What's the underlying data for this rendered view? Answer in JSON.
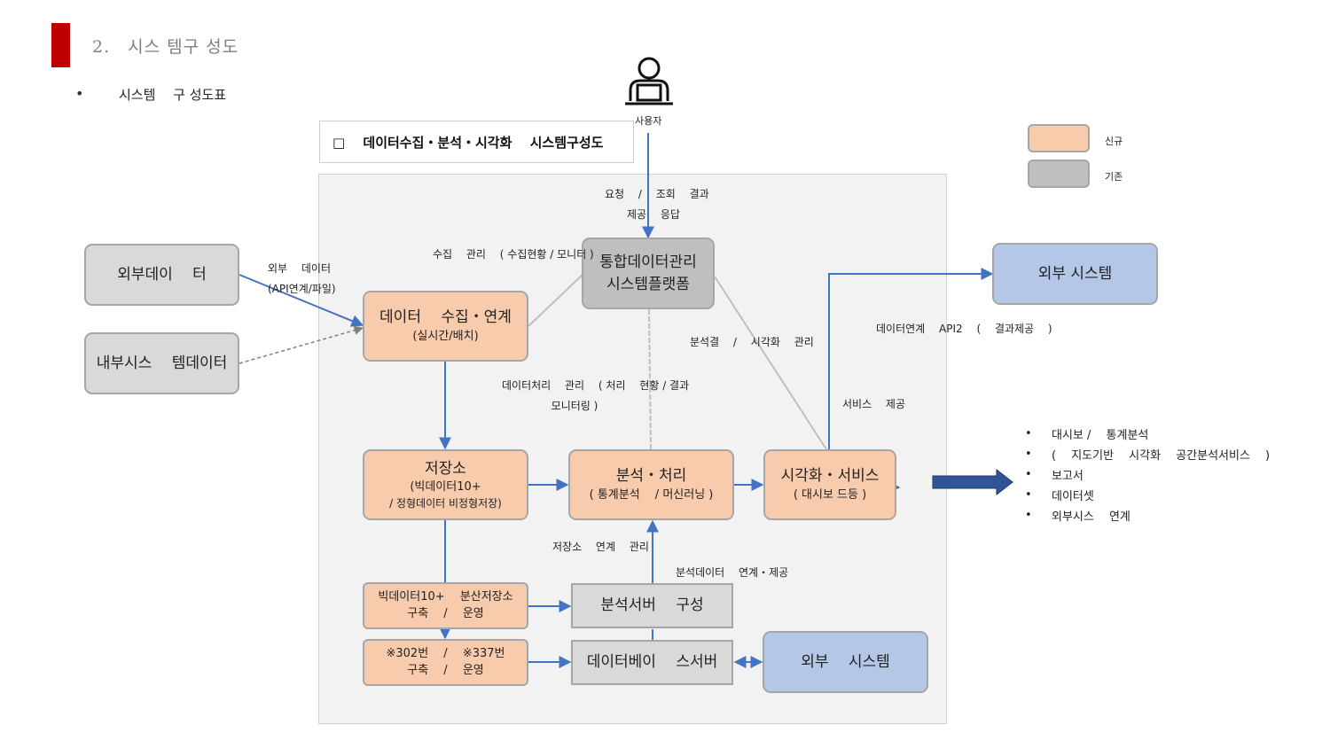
{
  "header": {
    "section_title": "2.　시스 템구 성도",
    "bullet": "•",
    "subtitle": "시스템 　구  성도표"
  },
  "diagram_title": "□ 　데이터수집・분석・시각화 　시스템구성도",
  "user": {
    "label": "사용자"
  },
  "legend": [
    {
      "color": "#f8cbad",
      "label": "신규"
    },
    {
      "color": "#bfbfbf",
      "label": "기존"
    }
  ],
  "nodes": {
    "ext1": {
      "line1": "외부데이 　터",
      "line2": ""
    },
    "ext2": {
      "line1": "내부시스 　템데이터",
      "line2": ""
    },
    "center": {
      "line1": "통합데이터관리",
      "line2": "시스템플랫폼"
    },
    "collect": {
      "line1": "데이터 　수집・연계",
      "line2": "(실시간/배치)"
    },
    "store": {
      "line1": "저장소",
      "line2": "(빅데이터10+",
      "line3": "/ 정형데이터 비정형저장)"
    },
    "analysis": {
      "line1": "분석・처리",
      "line2": "( 통계분석 　/ 머신러닝 )"
    },
    "viz": {
      "line1": "시각화・서비스",
      "line2": "( 대시보 드등 )"
    },
    "store_sub1": {
      "line1": "빅데이터10+ 　분산저장소",
      "line2": "구축 　/ 　운영"
    },
    "store_sub2": {
      "line1": "※302번 　/ 　※337번",
      "line2": "구축 　/ 　운영"
    },
    "legacy1": {
      "line1": "분석서버 　구성"
    },
    "legacy2": {
      "line1": "데이터베이 　스서버"
    },
    "out_top": {
      "line1": "외부 시스템"
    },
    "out_bottom": {
      "line1": "외부 　시스템"
    }
  },
  "labels": {
    "user_req": [
      "요청 　/ 　조회 　결과",
      "제공 　응답"
    ],
    "collect_flow": "수집 　관리 　( 수집현황 / 모니터 )",
    "ext_flow": [
      "외부 　데이터",
      "(API연계/파일)"
    ],
    "process_flow": [
      "데이터처리 　관리 　( 처리 　현황 / 결과",
      "모니터링 )"
    ],
    "analysis_flow": "분석결 　/ 　시각화 　관리",
    "api_flow": "데이터연계 　API2 　( 　결과제공 　)",
    "service_flow": "서비스 　제공",
    "store_flow": "저장소 　연계 　관리",
    "legacy_flow": "분석데이터 　연계・제공"
  },
  "outputs": [
    "대시보 / 　통계분석",
    "( 　지도기반 　시각화 　공간분석서비스 　)",
    "보고서",
    "데이터셋",
    "외부시스 　연계"
  ]
}
